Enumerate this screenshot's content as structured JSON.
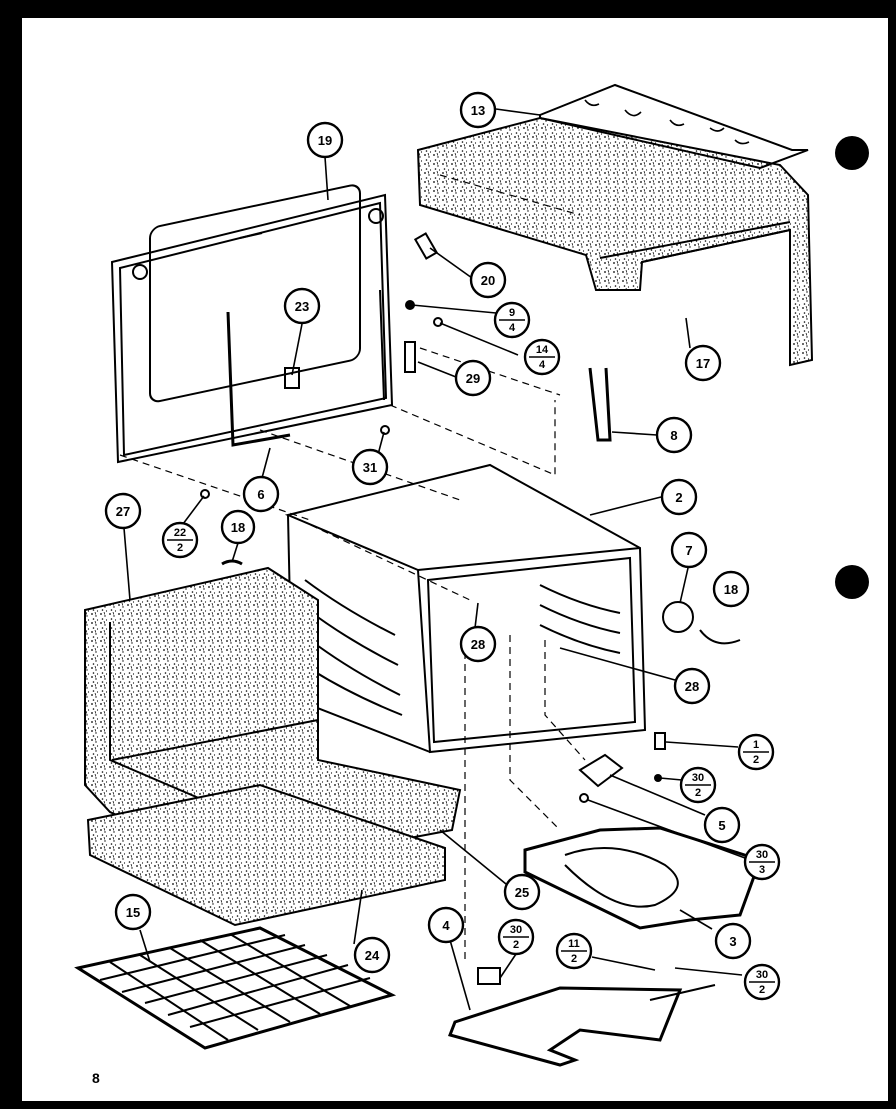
{
  "callouts": [
    {
      "id": "c13",
      "label": "13"
    },
    {
      "id": "c19",
      "label": "19"
    },
    {
      "id": "c20",
      "label": "20"
    },
    {
      "id": "c9",
      "label": "9",
      "sub": "4"
    },
    {
      "id": "c14",
      "label": "14",
      "sub": "4"
    },
    {
      "id": "c29",
      "label": "29"
    },
    {
      "id": "c17",
      "label": "17"
    },
    {
      "id": "c23",
      "label": "23"
    },
    {
      "id": "c8a",
      "label": "8"
    },
    {
      "id": "c31",
      "label": "31"
    },
    {
      "id": "c6",
      "label": "6"
    },
    {
      "id": "c2",
      "label": "2"
    },
    {
      "id": "c27",
      "label": "27"
    },
    {
      "id": "c22",
      "label": "22",
      "sub": "2"
    },
    {
      "id": "c18a",
      "label": "18"
    },
    {
      "id": "c7",
      "label": "7"
    },
    {
      "id": "c18b",
      "label": "18"
    },
    {
      "id": "c28a",
      "label": "28"
    },
    {
      "id": "c28b",
      "label": "28"
    },
    {
      "id": "c1",
      "label": "1",
      "sub": "2"
    },
    {
      "id": "c30a",
      "label": "30",
      "sub": "2"
    },
    {
      "id": "c5",
      "label": "5"
    },
    {
      "id": "c30b",
      "label": "30",
      "sub": "3"
    },
    {
      "id": "c25",
      "label": "25"
    },
    {
      "id": "c3",
      "label": "3"
    },
    {
      "id": "c15",
      "label": "15"
    },
    {
      "id": "c24",
      "label": "24"
    },
    {
      "id": "c4",
      "label": "4"
    },
    {
      "id": "c30c",
      "label": "30",
      "sub": "2"
    },
    {
      "id": "c11",
      "label": "11",
      "sub": "2"
    },
    {
      "id": "c30d",
      "label": "30",
      "sub": "2"
    }
  ],
  "page_number": "8"
}
